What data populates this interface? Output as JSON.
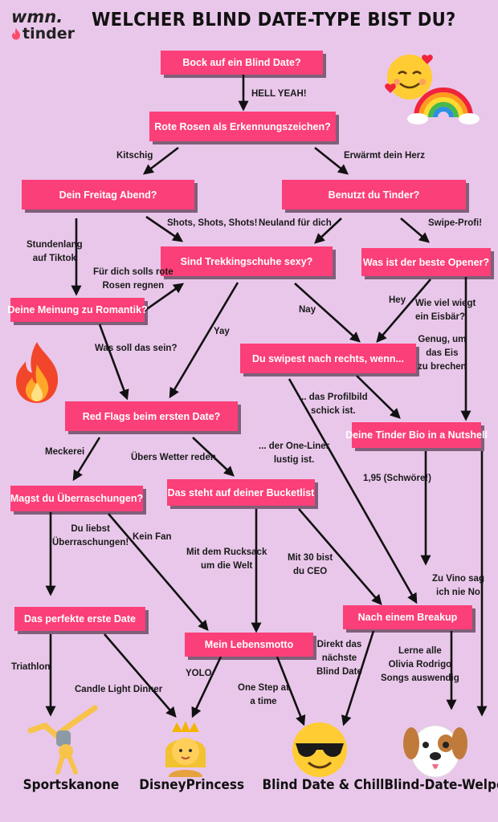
{
  "header": {
    "logo_line1": "wmn.",
    "logo_line2": "tinder",
    "title": "WELCHER BLIND DATE-TYPE BIST DU?"
  },
  "questions": {
    "q1": "Bock auf ein Blind Date?",
    "q2": "Rote Rosen als Erkennungszeichen?",
    "q3": "Dein Freitag Abend?",
    "q4": "Benutzt du Tinder?",
    "q5": "Sind Trekkingschuhe sexy?",
    "q6": "Was ist der beste Opener?",
    "q7": "Deine Meinung zu Romantik?",
    "q8": "Du swipest nach rechts, wenn...",
    "q9": "Red Flags beim ersten Date?",
    "q10": "Deine Tinder Bio in a Nutshell",
    "q11": "Magst du Überraschungen?",
    "q12": "Das steht auf deiner Bucketlist",
    "q13": "Das perfekte erste Date",
    "q14": "Nach einem Breakup",
    "q15": "Mein Lebensmotto"
  },
  "answers": {
    "a1": "HELL YEAH!",
    "a2": "Kitschig",
    "a3": "Erwärmt dein Herz",
    "a4": "Shots, Shots, Shots!",
    "a5": "Neuland für dich",
    "a6": "Swipe-Profi!",
    "a7": "Stundenlang\nauf Tiktok",
    "a8": "Für dich solls rote\nRosen regnen",
    "a9": "Nay",
    "a10": "Hey",
    "a11": "Wie viel wiegt\nein Eisbär?",
    "a12": "Genug, um\ndas Eis\nzu brechen",
    "a13": "Yay",
    "a14": "Was soll das sein?",
    "a15": "... das Profilbild\nschick ist.",
    "a16": "Meckerei",
    "a17": "Übers Wetter reden",
    "a18": "... der One-Liner\nlustig ist.",
    "a19": "1,95 (Schwöre!)",
    "a20": "Du liebst\nÜberraschungen!",
    "a21": "Kein Fan",
    "a22": "Mit dem Rucksack\num die Welt",
    "a23": "Mit 30 bist\ndu CEO",
    "a24": "Zu Vino sag\nich nie No",
    "a25": "Triathlon",
    "a26": "Candle Light Dinner",
    "a27": "YOLO",
    "a28": "One Step at\na time",
    "a29": "Direkt das\nnächste\nBlind Date",
    "a30": "Lerne alle\nOlivia Rodrigo\nSongs auswendig"
  },
  "results": {
    "r1": "Sportskanone",
    "r2": "DisneyPrincess",
    "r3": "Blind Date & Chill",
    "r4": "Blind-Date-Welpe"
  },
  "icons": [
    "smiling-face-with-hearts-icon",
    "rainbow-icon",
    "fire-icon",
    "gymnast-icon",
    "princess-icon",
    "sunglasses-face-icon",
    "puppy-icon"
  ],
  "colors": {
    "box": "#fb3f78",
    "background": "#e9c7ea"
  }
}
